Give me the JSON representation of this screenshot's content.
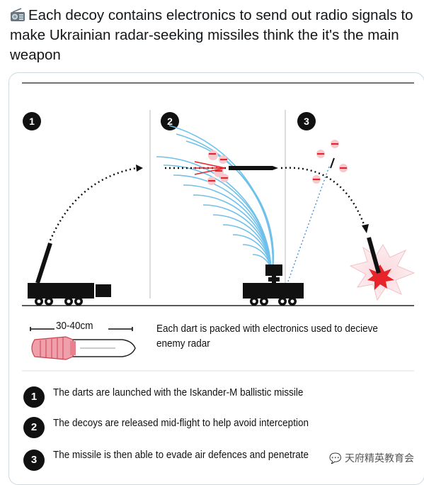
{
  "tweet": {
    "text": "Each decoy contains electronics to send out radio signals to make Ukrainian radar-seeking missiles think the it's the main weapon",
    "emoji_icon": "radio-icon"
  },
  "diagram": {
    "step_numbers": [
      "1",
      "2",
      "3"
    ],
    "dart_size_label": "30-40cm",
    "dart_caption_line1": "Each dart is packed with electronics used to decieve",
    "dart_caption_line2": "enemy radar",
    "colors": {
      "signal_wave": "#6fc0ea",
      "radar_line": "#4a90d9",
      "decoy_red": "#e8242b",
      "dart_head": "#f0a0aa",
      "explosion_burst": "#f6c9cf",
      "explosion_core": "#e8242b",
      "ink": "#111111"
    }
  },
  "legend": [
    {
      "number": "1",
      "text": "The darts are launched with the Iskander-M ballistic missile"
    },
    {
      "number": "2",
      "text": "The decoys are released mid-flight to help avoid interception"
    },
    {
      "number": "3",
      "text": "The missile is then able to evade air defences and penetrate"
    }
  ],
  "watermark": "💬 天府精英教育会"
}
